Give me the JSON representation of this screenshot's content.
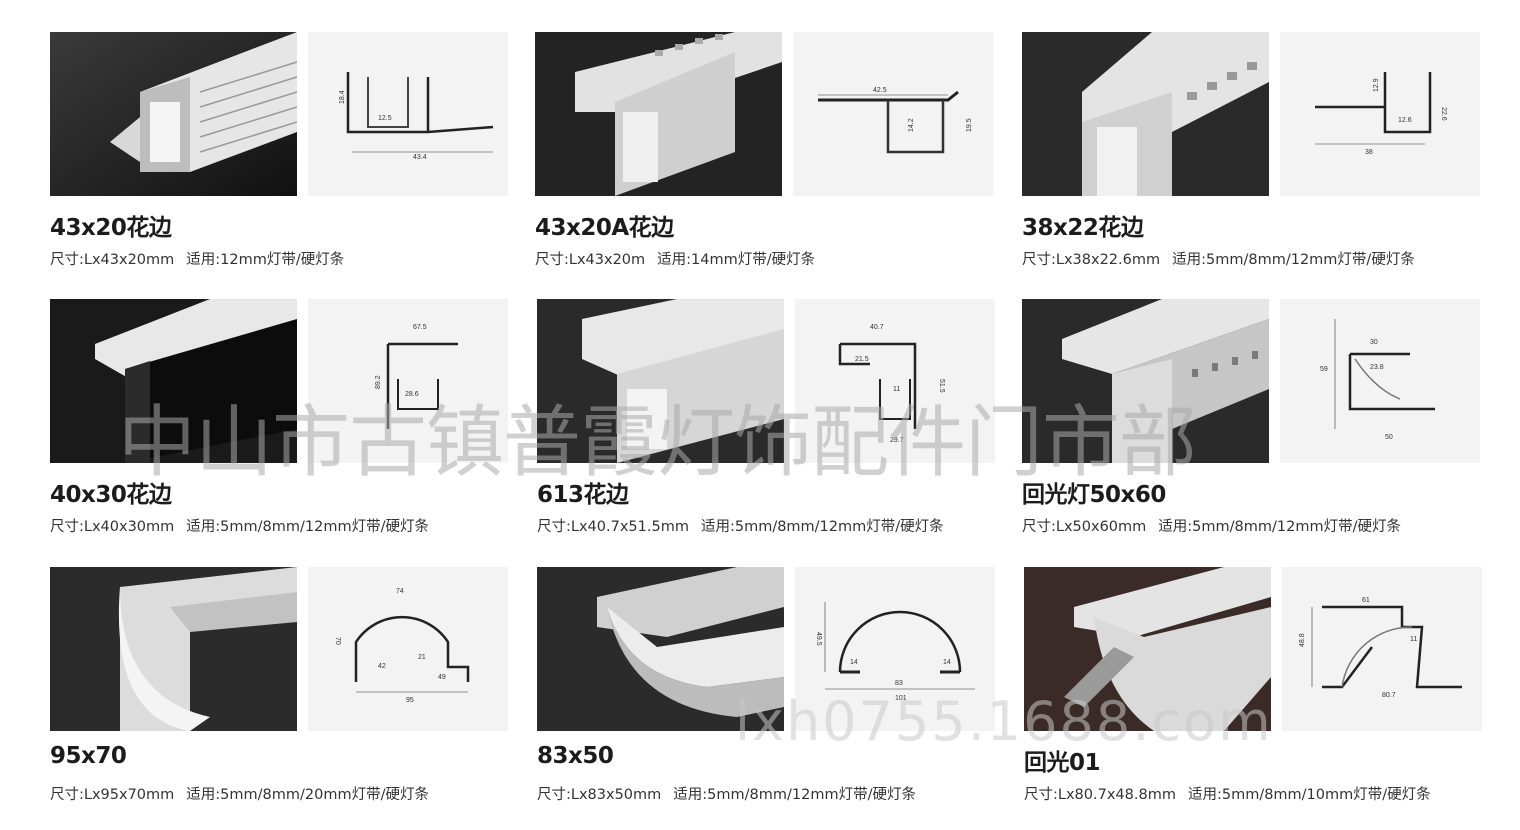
{
  "products": [
    {
      "title": "43x20花边",
      "size": "尺寸:Lx43x20mm",
      "usage": "适用:12mm灯带/硬灯条",
      "dims": [
        "18.4",
        "12.5",
        "43.4"
      ]
    },
    {
      "title": "43x20A花边",
      "size": "尺寸:Lx43x20m",
      "usage": "适用:14mm灯带/硬灯条",
      "dims": [
        "42.5",
        "14.2",
        "19.5"
      ]
    },
    {
      "title": "38x22花边",
      "size": "尺寸:Lx38x22.6mm",
      "usage": "适用:5mm/8mm/12mm灯带/硬灯条",
      "dims": [
        "12.9",
        "12.6",
        "22.6",
        "38"
      ]
    },
    {
      "title": "40x30花边",
      "size": "尺寸:Lx40x30mm",
      "usage": "适用:5mm/8mm/12mm灯带/硬灯条",
      "dims": [
        "67.5",
        "89.2",
        "28.6"
      ]
    },
    {
      "title": "613花边",
      "size": "尺寸:Lx40.7x51.5mm",
      "usage": "适用:5mm/8mm/12mm灯带/硬灯条",
      "dims": [
        "40.7",
        "21.5",
        "51.5",
        "11",
        "29.7"
      ]
    },
    {
      "title": "回光灯50x60",
      "size": "尺寸:Lx50x60mm",
      "usage": "适用:5mm/8mm/12mm灯带/硬灯条",
      "dims": [
        "30",
        "23.8",
        "59",
        "50"
      ]
    },
    {
      "title": "95x70",
      "size": "尺寸:Lx95x70mm",
      "usage": "适用:5mm/8mm/20mm灯带/硬灯条",
      "dims": [
        "74",
        "70",
        "42",
        "21",
        "49",
        "95"
      ]
    },
    {
      "title": "83x50",
      "size": "尺寸:Lx83x50mm",
      "usage": "适用:5mm/8mm/12mm灯带/硬灯条",
      "dims": [
        "49.5",
        "14",
        "14",
        "83",
        "101"
      ]
    },
    {
      "title": "回光01",
      "size": "尺寸:Lx80.7x48.8mm",
      "usage": "适用:5mm/8mm/10mm灯带/硬灯条",
      "dims": [
        "61",
        "48.8",
        "11",
        "80.7"
      ]
    }
  ],
  "watermark": "中山市古镇普霞灯饰配件门市部",
  "watermark2": "lxh0755.1688.com"
}
